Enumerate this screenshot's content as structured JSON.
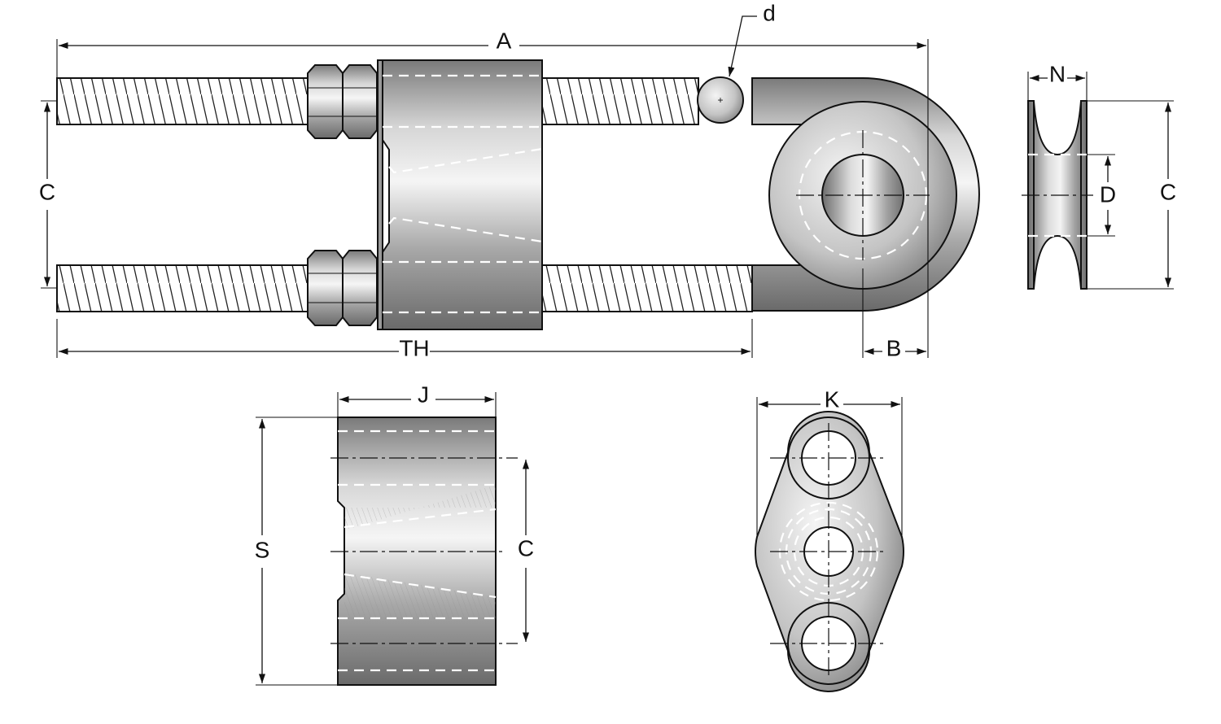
{
  "labels": {
    "A": "A",
    "d": "d",
    "C_left": "C",
    "TH": "TH",
    "B": "B",
    "N": "N",
    "D": "D",
    "C_side": "C",
    "J": "J",
    "S": "S",
    "C_block": "C",
    "K": "K"
  },
  "colors": {
    "metal_dark": "#6f6f6f",
    "metal_light": "#f2f2f2",
    "outline": "#111111",
    "thread_bg": "#ffffff"
  }
}
